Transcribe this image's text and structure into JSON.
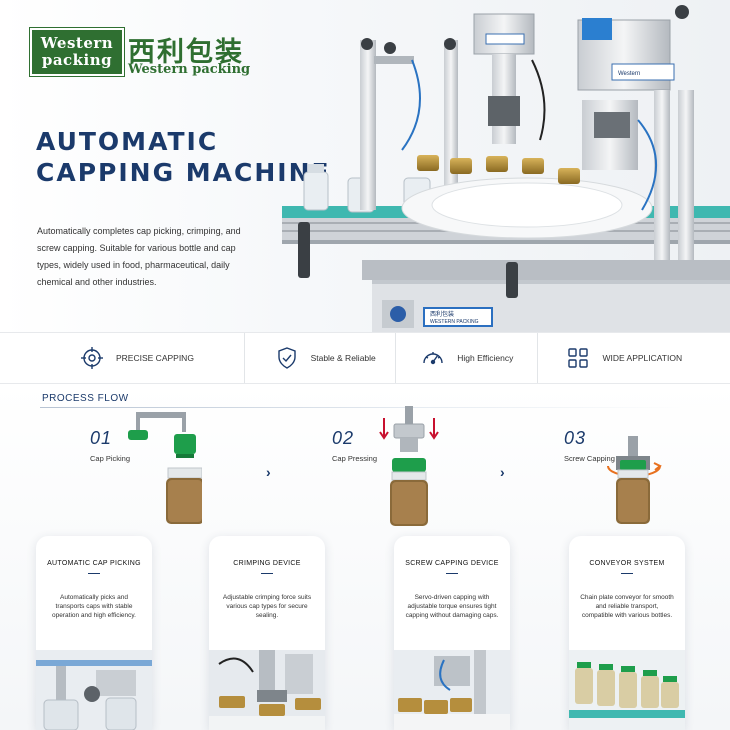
{
  "brand": {
    "badge_line1": "Western",
    "badge_line2": "packing",
    "name_cn": "西利包装",
    "name_en": "Western packing"
  },
  "hero": {
    "title_line1": "AUTOMATIC",
    "title_line2": "CAPPING MACHINE",
    "description": "Automatically completes cap picking, crimping, and screw capping. Suitable for various bottle and cap types, widely used in food, pharmaceutical, daily chemical and other industries.",
    "machine_plate_1": "西利包装",
    "machine_plate_2": "WESTERN PACKING"
  },
  "features": [
    {
      "label": "PRECISE CAPPING",
      "icon": "target-icon"
    },
    {
      "label": "Stable & Reliable",
      "icon": "shield-check-icon"
    },
    {
      "label": "High Efficiency",
      "icon": "speedometer-icon"
    },
    {
      "label": "WIDE APPLICATION",
      "icon": "grid-squares-icon"
    }
  ],
  "process": {
    "title": "PROCESS FLOW",
    "steps": [
      {
        "num": "01",
        "label": "Cap Picking"
      },
      {
        "num": "02",
        "label": "Cap Pressing"
      },
      {
        "num": "03",
        "label": "Screw Capping"
      }
    ],
    "cards": [
      {
        "title": "AUTOMATIC CAP PICKING",
        "text": "Automatically picks and transports caps with stable operation and high efficiency."
      },
      {
        "title": "CRIMPING DEVICE",
        "text": "Adjustable crimping force suits various cap types for secure sealing."
      },
      {
        "title": "SCREW CAPPING DEVICE",
        "text": "Servo-driven capping with adjustable torque ensures tight capping without damaging caps."
      },
      {
        "title": "CONVEYOR SYSTEM",
        "text": "Chain plate conveyor for smooth and reliable transport, compatible with various bottles."
      }
    ]
  },
  "colors": {
    "brand_green": "#2f6f31",
    "navy": "#1b3a6b",
    "cap_green": "#1e9e4b",
    "accent_red": "#c8102e",
    "conveyor_teal": "#3fb8b0"
  }
}
